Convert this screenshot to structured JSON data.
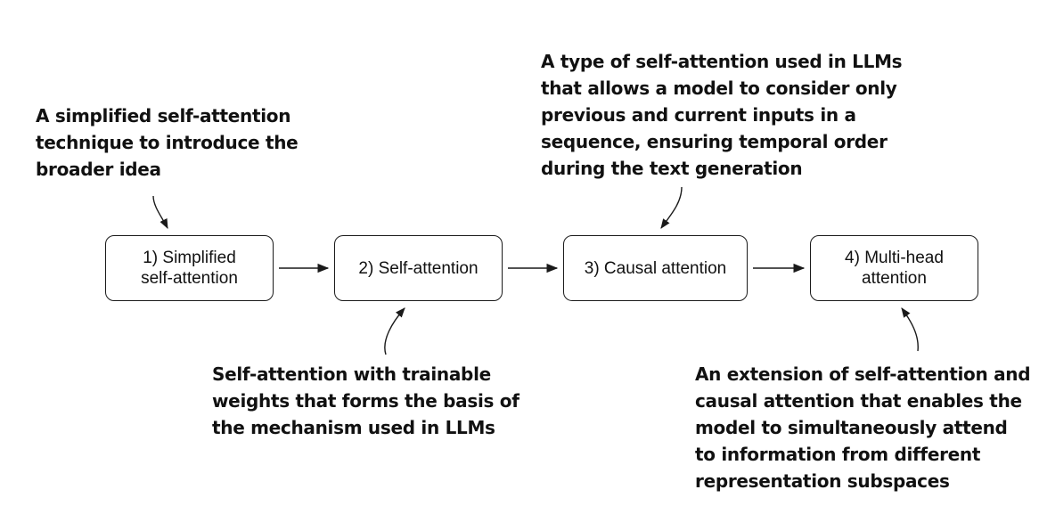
{
  "stages": [
    {
      "label": "1) Simplified\nself-attention"
    },
    {
      "label": "2) Self-attention"
    },
    {
      "label": "3) Causal attention"
    },
    {
      "label": "4) Multi-head\nattention"
    }
  ],
  "notes": [
    {
      "lines": [
        "A simplified self-attention",
        "technique to introduce the",
        "broader idea"
      ]
    },
    {
      "lines": [
        "Self-attention with trainable",
        "weights that forms the basis of",
        "the mechanism used in LLMs"
      ]
    },
    {
      "lines": [
        "A type of self-attention used in LLMs",
        "that allows a model to consider only",
        "previous and current inputs in a",
        "sequence, ensuring temporal order",
        "during the text generation"
      ]
    },
    {
      "lines": [
        "An extension of self-attention and",
        "causal attention that enables the",
        "model to simultaneously attend",
        "to information from different",
        "representation subspaces"
      ]
    }
  ],
  "colors": {
    "stroke": "#1a1a1a",
    "text": "#111111",
    "background": "#ffffff"
  }
}
